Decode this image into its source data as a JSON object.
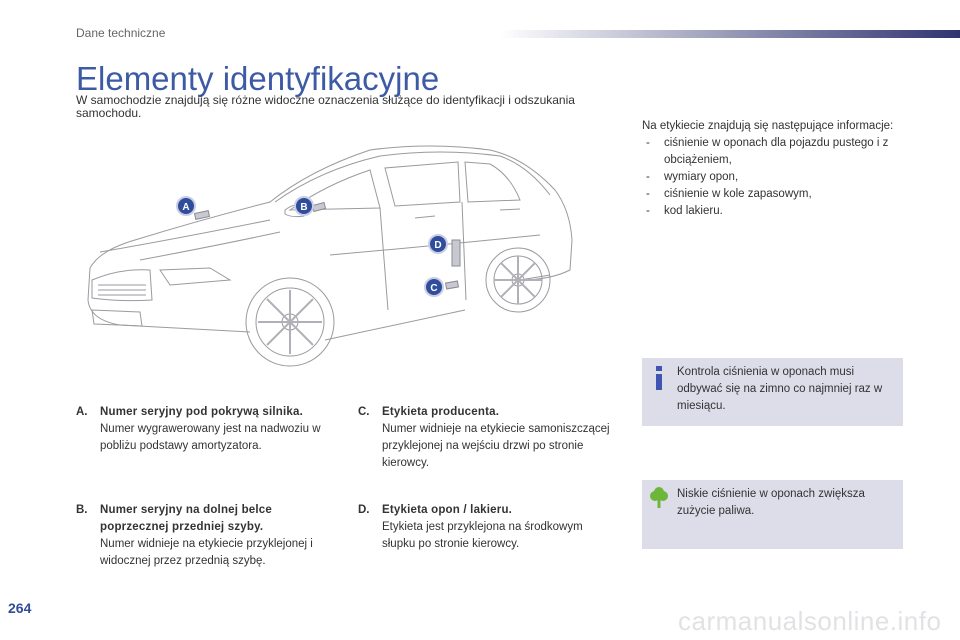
{
  "header": {
    "section": "Dane techniczne"
  },
  "title": "Elementy identyfikacyjne",
  "intro": "W samochodzie znajdują się różne widoczne oznaczenia służące do identyfikacji i odszukania samochodu.",
  "markers": [
    "A",
    "B",
    "C",
    "D"
  ],
  "items": [
    {
      "letter": "A.",
      "heading": "Numer seryjny pod pokrywą silnika.",
      "text": "Numer wygrawerowany jest na nadwoziu w pobliżu podstawy amortyzatora."
    },
    {
      "letter": "B.",
      "heading": "Numer seryjny na dolnej belce poprzecznej przedniej szyby.",
      "text": "Numer widnieje na etykiecie przyklejonej i widocznej przez przednią szybę."
    },
    {
      "letter": "C.",
      "heading": "Etykieta producenta.",
      "text": "Numer widnieje na etykiecie samoniszczącej przyklejonej na wejściu drzwi po stronie kierowcy."
    },
    {
      "letter": "D.",
      "heading": "Etykieta opon / lakieru.",
      "text": "Etykieta jest przyklejona na środkowym słupku po stronie kierowcy."
    }
  ],
  "label_info": {
    "intro": "Na etykiecie znajdują się następujące informacje:",
    "bullets": [
      "ciśnienie w oponach dla pojazdu pustego i z obciążeniem,",
      "wymiary opon,",
      "ciśnienie w kole zapasowym,",
      "kod lakieru."
    ]
  },
  "info_box": {
    "icon": "info-icon",
    "text": "Kontrola ciśnienia w oponach musi odbywać się na zimno co najmniej raz w miesiącu."
  },
  "eco_box": {
    "icon": "eco-tree-icon",
    "text": "Niskie ciśnienie w oponach zwiększa zużycie paliwa."
  },
  "page_number": "264",
  "watermark": "carmanualsonline.info",
  "colors": {
    "title": "#3d5ba5",
    "marker": "#2f4d9a",
    "box_bg": "#dcdde9",
    "info_icon": "#3f55b0",
    "eco_icon": "#6cb63a"
  }
}
